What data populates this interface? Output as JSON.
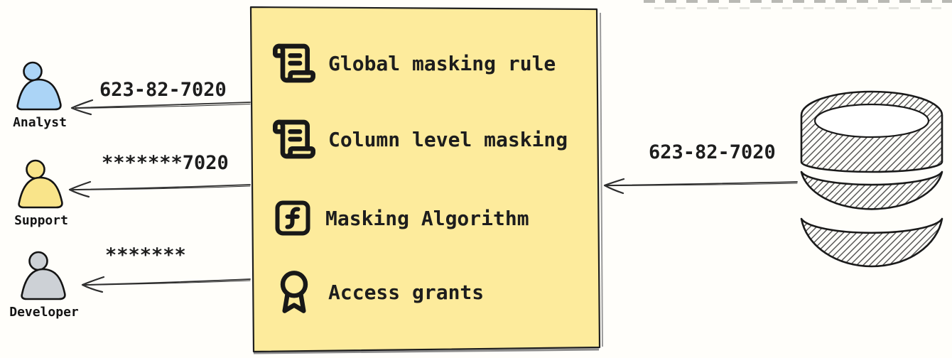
{
  "diagram": {
    "title_hint": "data masking flow",
    "personas": [
      {
        "name": "Analyst",
        "icon": "person-icon",
        "color": "#abd4f6",
        "received_value": "623-82-7020"
      },
      {
        "name": "Support",
        "icon": "person-icon",
        "color": "#f9e48a",
        "received_value": "*******7020"
      },
      {
        "name": "Developer",
        "icon": "person-icon",
        "color": "#cdd1d6",
        "received_value": "*******"
      }
    ],
    "masking_box": {
      "fill": "#fdeb9c",
      "border": "#1e1e1e",
      "items": [
        {
          "icon": "scroll-text-icon",
          "label": "Global masking rule"
        },
        {
          "icon": "scroll-text-icon",
          "label": "Column level masking"
        },
        {
          "icon": "function-square-icon",
          "label": "Masking Algorithm"
        },
        {
          "icon": "award-icon",
          "label": "Access grants"
        }
      ]
    },
    "database": {
      "icon": "database-icon",
      "outgoing_value": "623-82-7020"
    },
    "colors": {
      "background": "#fffefa",
      "arrow": "#2e2e2e",
      "text": "#1d1d1d"
    }
  }
}
